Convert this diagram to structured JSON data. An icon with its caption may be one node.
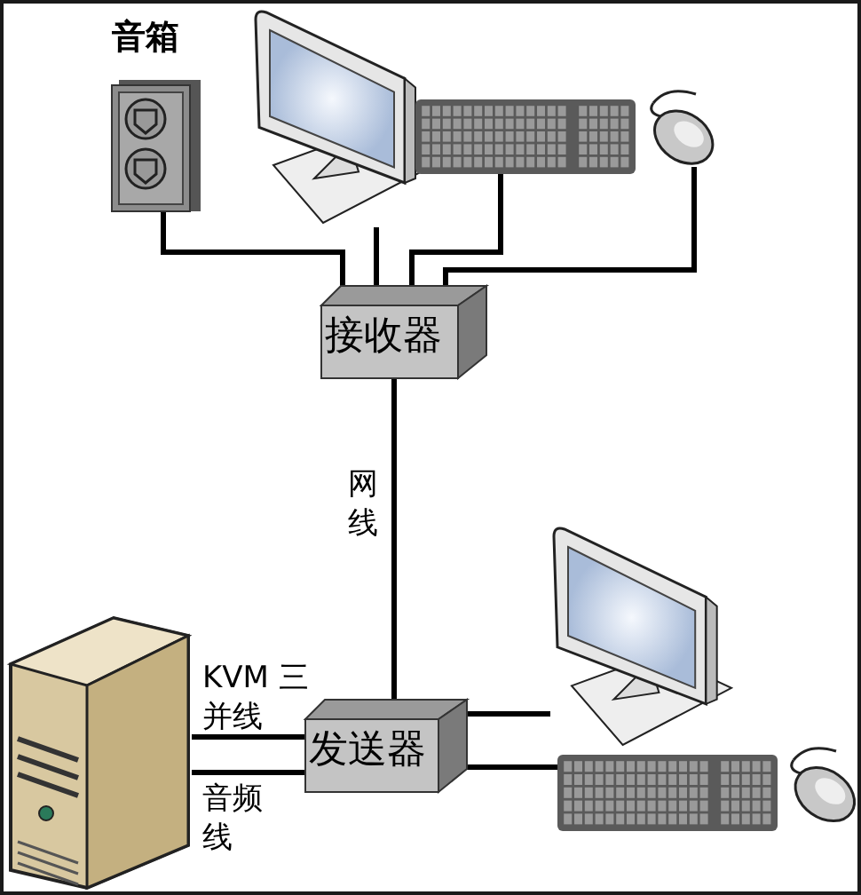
{
  "diagram": {
    "nodes": [
      {
        "text": [],
        "shape": "picture",
        "beside": [
          "音箱"
        ]
      },
      {
        "text": [],
        "shape": "picture"
      },
      {
        "text": [],
        "shape": "picture"
      },
      {
        "text": [],
        "shape": "picture"
      },
      {
        "text": [
          "接收器"
        ]
      },
      {
        "text": [],
        "shape": "picture"
      },
      {
        "text": [
          "发送器"
        ]
      },
      {
        "text": [],
        "shape": "picture"
      },
      {
        "text": [],
        "shape": "picture"
      },
      {
        "text": [],
        "shape": "picture"
      }
    ],
    "edges": [
      {
        "from": 0,
        "to": 4,
        "arrow": "none"
      },
      {
        "from": 1,
        "to": 4,
        "arrow": "none"
      },
      {
        "from": 2,
        "to": 4,
        "arrow": "none"
      },
      {
        "from": 3,
        "to": 4,
        "arrow": "none"
      },
      {
        "from": 4,
        "to": 6,
        "arrow": "none",
        "label": "网线"
      },
      {
        "from": 5,
        "to": 6,
        "arrow": "none",
        "label": "KVM 三并线"
      },
      {
        "from": 5,
        "to": 6,
        "arrow": "none",
        "label": "音频线"
      },
      {
        "from": 6,
        "to": 7,
        "arrow": "none"
      },
      {
        "from": 6,
        "to": 8,
        "arrow": "none"
      }
    ]
  }
}
